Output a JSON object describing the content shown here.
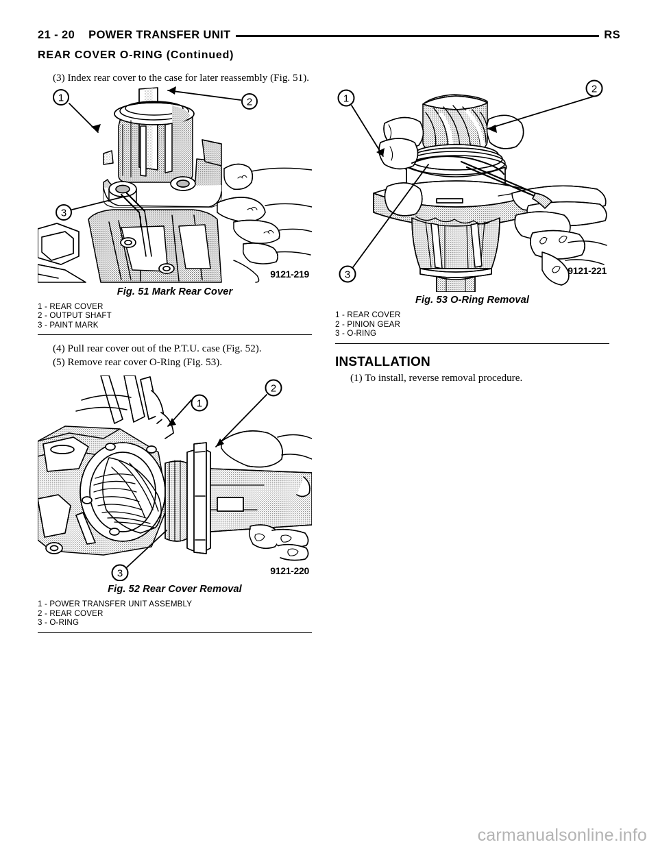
{
  "header": {
    "folio": "21 - 20",
    "book_title": "POWER TRANSFER UNIT",
    "mark": "RS"
  },
  "section_continued": "REAR COVER O-RING (Continued)",
  "left_column": {
    "paragraph_step3": "(3) Index rear cover to the case for later reassembly (Fig. 51).",
    "figure_51": {
      "part_number": "9121-219",
      "caption": "Fig. 51 Mark Rear Cover",
      "callouts": [
        "1",
        "2",
        "3"
      ],
      "legend": [
        "1 - REAR COVER",
        "2 - OUTPUT SHAFT",
        "3 - PAINT MARK"
      ]
    },
    "step4": "(4) Pull rear cover out of the P.T.U. case (Fig. 52).",
    "step5": "(5) Remove rear cover O-Ring (Fig. 53).",
    "figure_52": {
      "part_number": "9121-220",
      "caption": "Fig. 52 Rear Cover Removal",
      "callouts": [
        "1",
        "2",
        "3"
      ],
      "legend": [
        "1 - POWER TRANSFER UNIT ASSEMBLY",
        "2 - REAR COVER",
        "3 - O-RING"
      ]
    }
  },
  "right_column": {
    "figure_53": {
      "part_number": "9121-221",
      "caption": "Fig. 53 O-Ring Removal",
      "callouts": [
        "1",
        "2",
        "3"
      ],
      "legend": [
        "1 - REAR COVER",
        "2 - PINION GEAR",
        "3 - O-RING"
      ]
    },
    "installation": {
      "heading": "INSTALLATION",
      "step1": "(1) To install, reverse removal procedure."
    }
  },
  "watermark": "carmanualsonline.info",
  "colors": {
    "ink": "#000000",
    "watermark": "#b4b4b4",
    "shade_light": "#cfcfcf",
    "shade_mid": "#9a9a9a"
  }
}
